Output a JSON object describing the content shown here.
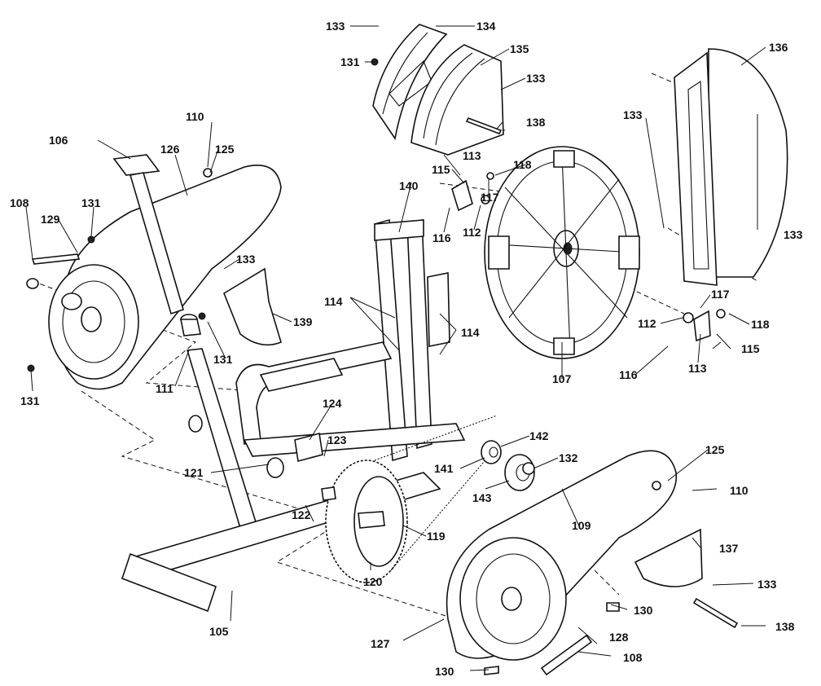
{
  "diagram": {
    "type": "exploded-parts-view",
    "callouts": [
      {
        "id": "c133a",
        "text": "133"
      },
      {
        "id": "c134",
        "text": "134"
      },
      {
        "id": "c131a",
        "text": "131"
      },
      {
        "id": "c135",
        "text": "135"
      },
      {
        "id": "c133b",
        "text": "133"
      },
      {
        "id": "c138a",
        "text": "138"
      },
      {
        "id": "c136",
        "text": "136"
      },
      {
        "id": "c133c",
        "text": "133"
      },
      {
        "id": "c133d",
        "text": "133"
      },
      {
        "id": "c110a",
        "text": "110"
      },
      {
        "id": "c106",
        "text": "106"
      },
      {
        "id": "c126",
        "text": "126"
      },
      {
        "id": "c125a",
        "text": "125"
      },
      {
        "id": "c108a",
        "text": "108"
      },
      {
        "id": "c129",
        "text": "129"
      },
      {
        "id": "c131b",
        "text": "131"
      },
      {
        "id": "c133e",
        "text": "133"
      },
      {
        "id": "c139",
        "text": "139"
      },
      {
        "id": "c131c",
        "text": "131"
      },
      {
        "id": "c111",
        "text": "111"
      },
      {
        "id": "c131d",
        "text": "131"
      },
      {
        "id": "c140",
        "text": "140"
      },
      {
        "id": "c113a",
        "text": "113"
      },
      {
        "id": "c118a",
        "text": "118"
      },
      {
        "id": "c115a",
        "text": "115"
      },
      {
        "id": "c117a",
        "text": "117"
      },
      {
        "id": "c116a",
        "text": "116"
      },
      {
        "id": "c112a",
        "text": "112"
      },
      {
        "id": "c114a",
        "text": "114"
      },
      {
        "id": "c114b",
        "text": "114"
      },
      {
        "id": "c107",
        "text": "107"
      },
      {
        "id": "c117b",
        "text": "117"
      },
      {
        "id": "c112b",
        "text": "112"
      },
      {
        "id": "c118b",
        "text": "118"
      },
      {
        "id": "c115b",
        "text": "115"
      },
      {
        "id": "c116b",
        "text": "116"
      },
      {
        "id": "c113b",
        "text": "113"
      },
      {
        "id": "c124",
        "text": "124"
      },
      {
        "id": "c123",
        "text": "123"
      },
      {
        "id": "c121",
        "text": "121"
      },
      {
        "id": "c142",
        "text": "142"
      },
      {
        "id": "c141",
        "text": "141"
      },
      {
        "id": "c132",
        "text": "132"
      },
      {
        "id": "c143",
        "text": "143"
      },
      {
        "id": "c125b",
        "text": "125"
      },
      {
        "id": "c110b",
        "text": "110"
      },
      {
        "id": "c109",
        "text": "109"
      },
      {
        "id": "c122",
        "text": "122"
      },
      {
        "id": "c119",
        "text": "119"
      },
      {
        "id": "c137",
        "text": "137"
      },
      {
        "id": "c120",
        "text": "120"
      },
      {
        "id": "c133f",
        "text": "133"
      },
      {
        "id": "c105",
        "text": "105"
      },
      {
        "id": "c130a",
        "text": "130"
      },
      {
        "id": "c138b",
        "text": "138"
      },
      {
        "id": "c128",
        "text": "128"
      },
      {
        "id": "c127",
        "text": "127"
      },
      {
        "id": "c108b",
        "text": "108"
      },
      {
        "id": "c130b",
        "text": "130"
      }
    ]
  }
}
